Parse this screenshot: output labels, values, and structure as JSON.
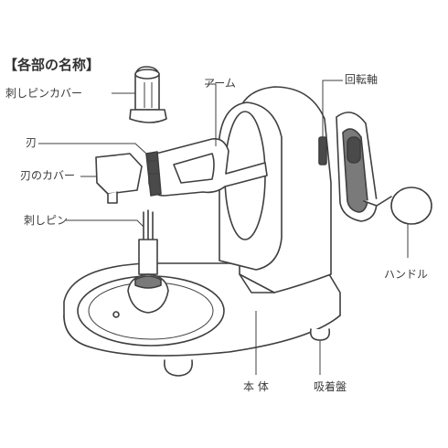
{
  "title": "【各部の名称】",
  "labels": {
    "pin_cover": "刺しピンカバー",
    "arm": "アーム",
    "shaft": "回転軸",
    "blade": "刃",
    "blade_cover": "刃のカバー",
    "pin": "刺しピン",
    "handle": "ハンドル",
    "body": "本 体",
    "suction": "吸着盤"
  }
}
